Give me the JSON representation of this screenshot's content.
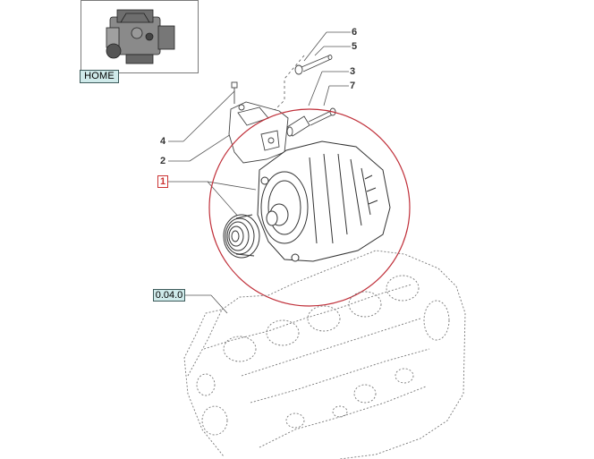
{
  "nav": {
    "home_label": "HOME",
    "ref_label": "0.04.0"
  },
  "callouts": [
    {
      "id": "c6",
      "label": "6"
    },
    {
      "id": "c5",
      "label": "5"
    },
    {
      "id": "c3",
      "label": "3"
    },
    {
      "id": "c7",
      "label": "7"
    },
    {
      "id": "c4",
      "label": "4"
    },
    {
      "id": "c2",
      "label": "2"
    },
    {
      "id": "c1",
      "label": "1"
    }
  ],
  "colors": {
    "highlight_circle": "#c0303a",
    "button_bg": "#cfeaea",
    "line": "#555555"
  },
  "icons": {
    "thumbnail": "engine-thumbnail-icon"
  }
}
